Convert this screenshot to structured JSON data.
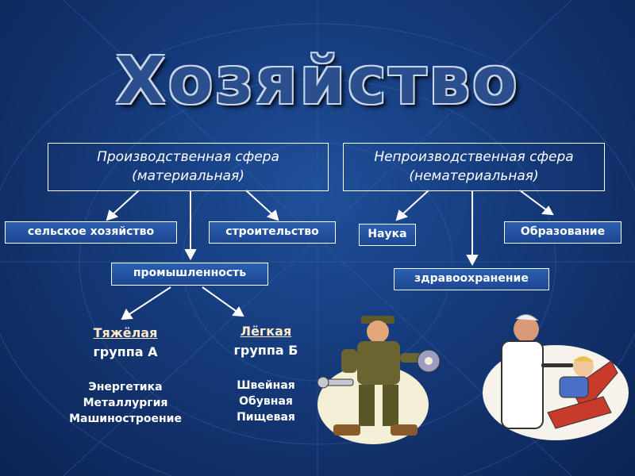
{
  "title": "Хозяйство",
  "spheres": {
    "production": {
      "line1": "Производственная сфера",
      "line2": "(материальная)"
    },
    "nonproduction": {
      "line1": "Непроизводственная сфера",
      "line2": "(нематериальная)"
    }
  },
  "categories": {
    "agriculture": "сельское хозяйство",
    "construction": "строительство",
    "industry": "промышленность",
    "science": "Наука",
    "education": "Образование",
    "healthcare": "здравоохранение"
  },
  "groups": {
    "heavy": {
      "title": "Тяжёлая",
      "subtitle": "группа А",
      "items": [
        "Энергетика",
        "Металлургия",
        "Машиностроение"
      ]
    },
    "light": {
      "title": "Лёгкая",
      "subtitle": "группа Б",
      "items": [
        "Швейная",
        "Обувная",
        "Пищевая"
      ]
    }
  },
  "illustrations": [
    "worker-with-wrench-icon",
    "dentist-with-patient-icon"
  ],
  "colors": {
    "background": "#153a7a",
    "box_fill": "#1d4793",
    "line": "#ffffff",
    "group_title": "#ffe9c8"
  }
}
